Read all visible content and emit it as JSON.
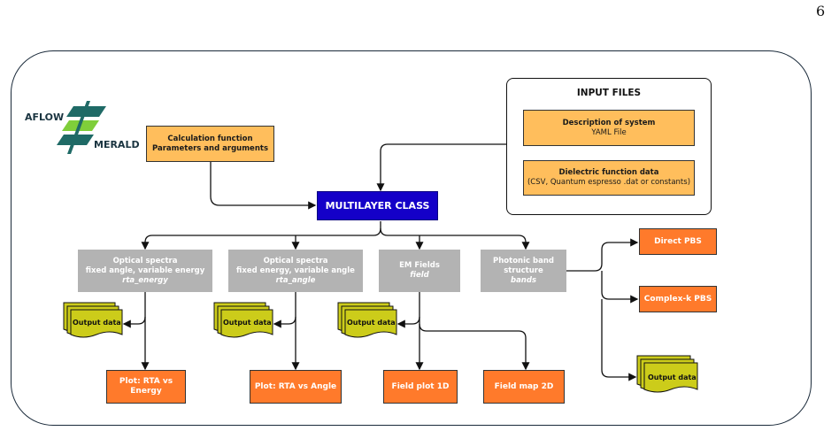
{
  "page_number": "6",
  "logo": {
    "line1": "AFLOW",
    "line2": "MERALD"
  },
  "input_files": {
    "title": "INPUT FILES",
    "system": {
      "title": "Description of system",
      "subtitle": "YAML File"
    },
    "dielectric": {
      "title": "Dielectric function data",
      "subtitle": "(CSV, Quantum espresso .dat or constants)"
    }
  },
  "calc_box": {
    "line1": "Calculation function",
    "line2": "Parameters and arguments"
  },
  "multilayer": "MULTILAYER CLASS",
  "modules": [
    {
      "line1": "Optical spectra",
      "line2": "fixed angle, variable energy",
      "code": "rta_energy"
    },
    {
      "line1": "Optical spectra",
      "line2": "fixed energy, variable angle",
      "code": "rta_angle"
    },
    {
      "line1": "EM Fields",
      "line2": "",
      "code": "field"
    },
    {
      "line1": "Photonic band",
      "line2": "structure",
      "code": "bands"
    }
  ],
  "output_label": "Output data",
  "plots": {
    "rta_energy": "Plot: RTA vs Energy",
    "rta_angle": "Plot: RTA vs Angle",
    "field_1d": "Field plot 1D",
    "field_2d": "Field map 2D",
    "direct_pbs": "Direct PBS",
    "complex_pbs": "Complex-k PBS"
  },
  "colors": {
    "frame": "#1a2a3a",
    "light_orange": "#ffbe5c",
    "orange": "#ff7a2b",
    "grey": "#b3b3b3",
    "blue": "#1400c8",
    "document": "#cccc1a",
    "logo_teal": "#1f6a66",
    "logo_green": "#7fce3a"
  }
}
